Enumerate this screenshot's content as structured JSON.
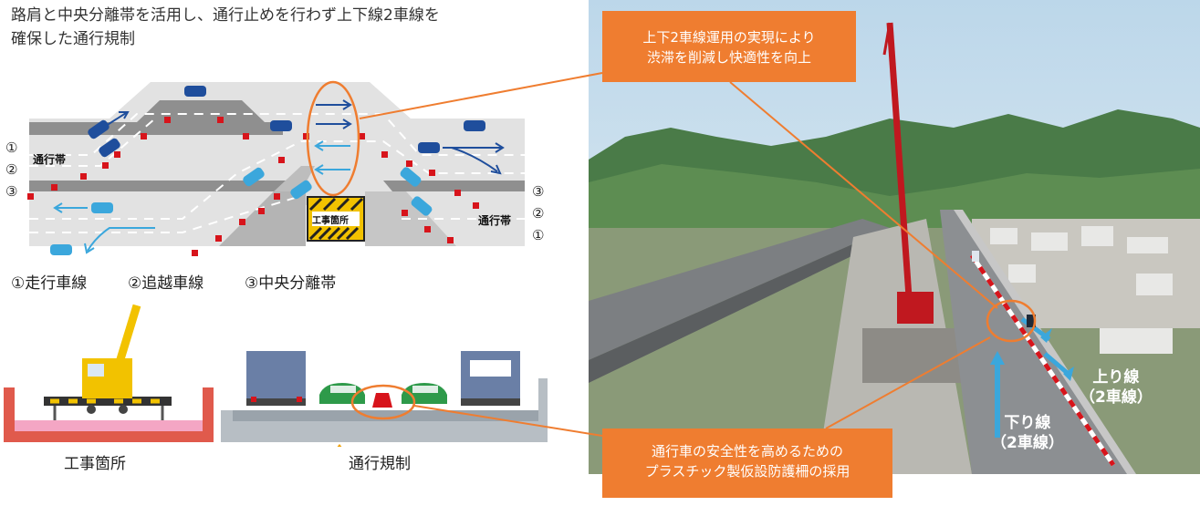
{
  "title": {
    "line1": "路肩と中央分離帯を活用し、通行止めを行わず上下線2車線を",
    "line2": "確保した通行規制"
  },
  "diagram": {
    "lane_label_left": "通行帯",
    "lane_label_right": "通行帯",
    "work_area_label": "工事箇所",
    "numbers_left": [
      "①",
      "②",
      "③"
    ],
    "numbers_right": [
      "③",
      "②",
      "①"
    ],
    "legend": {
      "item1": "①走行車線",
      "item2": "②追越車線",
      "item3": "③中央分離帯"
    }
  },
  "cross_section": {
    "work_caption": "工事箇所",
    "traffic_caption": "通行規制"
  },
  "callouts": {
    "top_line1": "上下2車線運用の実現により",
    "top_line2": "渋滞を削減し快適性を向上",
    "bottom_line1": "通行車の安全性を高めるための",
    "bottom_line2": "プラスチック製仮設防護柵の採用"
  },
  "photo": {
    "label_up_line1": "上り線",
    "label_up_line2": "（2車線）",
    "label_down_line1": "下り線",
    "label_down_line2": "（2車線）"
  },
  "colors": {
    "accent": "#ef7d30",
    "car_dark_blue": "#1f4e9c",
    "car_light_blue": "#3ba7dc",
    "barrier_red": "#d7141b",
    "road_light": "#e3e3e3",
    "road_dark": "#9a9a9a"
  }
}
